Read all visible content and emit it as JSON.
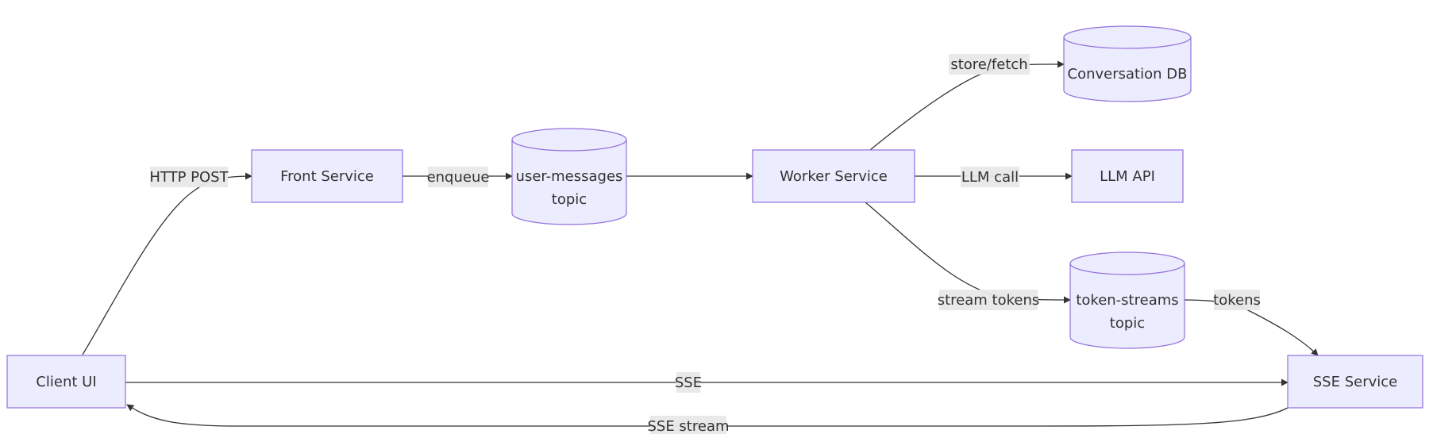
{
  "nodes": {
    "client_ui": "Client UI",
    "front_service": "Front Service",
    "user_messages_topic": [
      "user-messages",
      "topic"
    ],
    "worker_service": "Worker Service",
    "conversation_db": "Conversation DB",
    "llm_api": "LLM API",
    "token_streams_topic": [
      "token-streams",
      "topic"
    ],
    "sse_service": "SSE Service"
  },
  "edges": {
    "http_post": "HTTP POST",
    "enqueue": "enqueue",
    "store_fetch": "store/fetch",
    "llm_call": "LLM call",
    "stream_tokens": "stream tokens",
    "tokens": "tokens",
    "sse": "SSE",
    "sse_stream": "SSE stream"
  }
}
